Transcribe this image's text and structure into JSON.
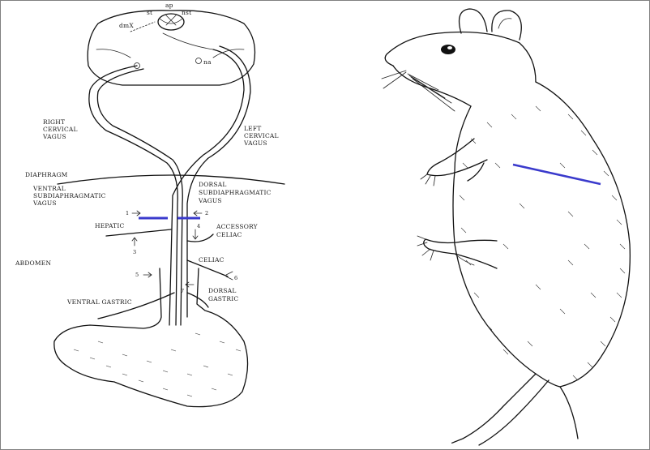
{
  "colors": {
    "cut_line": "#3a3acc",
    "ink": "#111111",
    "frame": "#808080"
  },
  "left_diagram": {
    "brainstem_labels": {
      "ap": "ap",
      "st": "st",
      "nst": "nst",
      "dmx": "dmX",
      "na": "na"
    },
    "labels": {
      "right_cervical": [
        "RIGHT",
        "CERVICAL",
        "VAGUS"
      ],
      "left_cervical": [
        "LEFT",
        "CERVICAL",
        "VAGUS"
      ],
      "diaphragm": "DIAPHRAGM",
      "ventral_sub": [
        "VENTRAL",
        "SUBDIAPHRAGMATIC",
        "VAGUS"
      ],
      "dorsal_sub": [
        "DORSAL",
        "SUBDIAPHRAGMATIC",
        "VAGUS"
      ],
      "hepatic": "HEPATIC",
      "accessory_celiac": [
        "ACCESSORY",
        "CELIAC"
      ],
      "abdomen": "ABDOMEN",
      "celiac": "CELIAC",
      "dorsal_gastric": [
        "DORSAL",
        "GASTRIC"
      ],
      "ventral_gastric": "VENTRAL GASTRIC"
    },
    "markers": [
      "1",
      "2",
      "3",
      "4",
      "5",
      "6",
      "7"
    ]
  },
  "right_illustration": {
    "subject": "rat",
    "cut_mark": "abdominal incision line"
  }
}
